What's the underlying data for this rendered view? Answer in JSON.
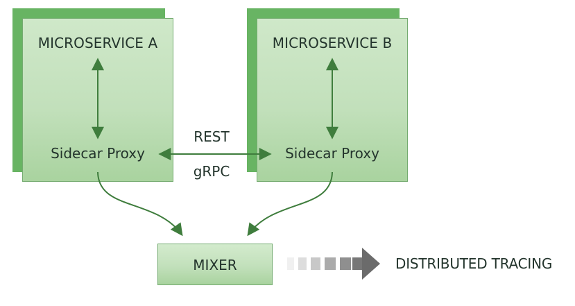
{
  "services": [
    {
      "title": "MICROSERVICE A",
      "proxy": "Sidecar Proxy"
    },
    {
      "title": "MICROSERVICE B",
      "proxy": "Sidecar Proxy"
    }
  ],
  "protocols": {
    "rest": "REST",
    "grpc": "gRPC"
  },
  "mixer": {
    "label": "MIXER"
  },
  "tracing": {
    "label": "DISTRIBUTED TRACING"
  },
  "colors": {
    "panel_shadow": "#68b463",
    "panel_fill": "#c2e0bb",
    "panel_border": "#74ab70",
    "arrow": "#3f7d3d",
    "text": "#23342c",
    "tracing_arrow": "#6b6b6b"
  }
}
